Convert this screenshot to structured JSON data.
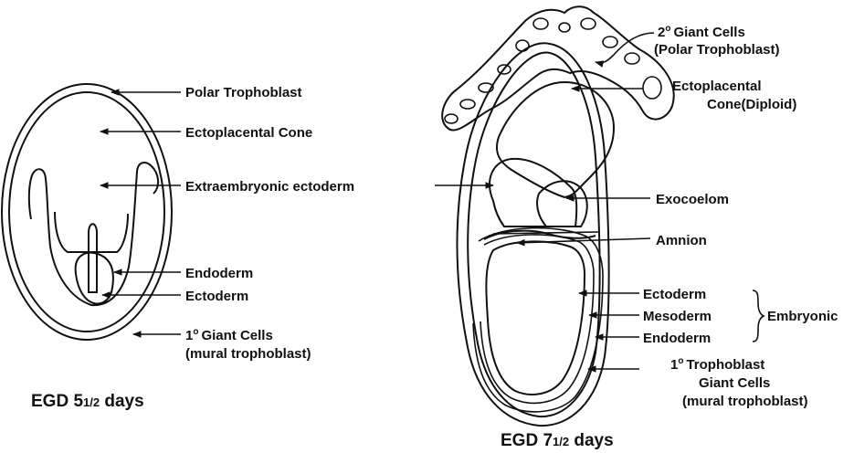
{
  "left_figure": {
    "caption": {
      "prefix": "EGD 5",
      "fraction": "1/2",
      "suffix": " days"
    },
    "labels": {
      "polar_trophoblast": "Polar Trophoblast",
      "ectoplacental_cone": "Ectoplacental Cone",
      "extraembryonic_ectoderm": "Extraembryonic ectoderm",
      "endoderm": "Endoderm",
      "ectoderm": "Ectoderm",
      "giant_cells_num": "1",
      "giant_cells_deg": "o",
      "giant_cells": "Giant Cells",
      "mural_trophoblast": "(mural trophoblast)"
    }
  },
  "right_figure": {
    "caption": {
      "prefix": "EGD 7",
      "fraction": "1/2",
      "suffix": " days"
    },
    "labels": {
      "giant_cells_num": "2",
      "giant_cells_deg": "o",
      "giant_cells": "Giant Cells",
      "polar_trophoblast": "(Polar Trophoblast)",
      "ectoplacental_line1": "Ectoplacental",
      "ectoplacental_line2": "Cone(Diploid)",
      "exocoelom": "Exocoelom",
      "amnion": "Amnion",
      "ectoderm": "Ectoderm",
      "mesoderm": "Mesoderm",
      "endoderm": "Endoderm",
      "embryonic": "Embryonic",
      "troph_num": "1",
      "troph_deg": "o",
      "troph_line1": "Trophoblast",
      "troph_line2": "Giant Cells",
      "troph_line3": "(mural trophoblast)"
    }
  },
  "colors": {
    "ink": "#111111",
    "background": "#ffffff"
  }
}
